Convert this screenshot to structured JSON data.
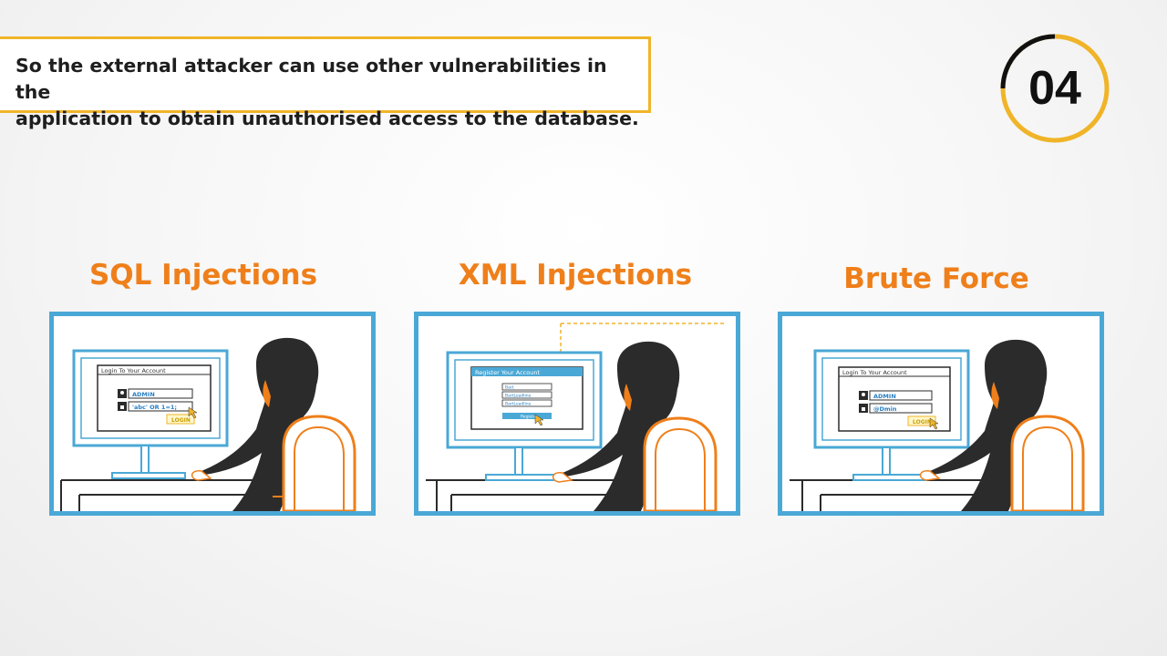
{
  "caption": {
    "text": "So the external attacker can use other vulnerabilities in the\napplication to obtain unauthorised access to the database."
  },
  "step": {
    "number": "04"
  },
  "colors": {
    "accent_yellow": "#f0b429",
    "title_orange": "#ef7f1a",
    "frame_blue": "#4aa8d6",
    "figure_dark": "#2b2b2b"
  },
  "panels": [
    {
      "title": "SQL Injections",
      "form_title": "Login To Your Account",
      "username": "ADMIN",
      "password": "'abc' OR 1=1;",
      "button": "LOGIN"
    },
    {
      "title": "XML Injections",
      "form_title": "Register Your Account",
      "fields": [
        "Bart",
        "BartLeadline",
        "BartLeadline"
      ],
      "button": "Register"
    },
    {
      "title": "Brute Force",
      "form_title": "Login To Your Account",
      "username": "ADMIN",
      "password": "@Dmin",
      "button": "LOGIN"
    }
  ],
  "icons": {
    "user": "user-icon",
    "lock": "lock-icon",
    "cursor": "cursor-icon"
  }
}
